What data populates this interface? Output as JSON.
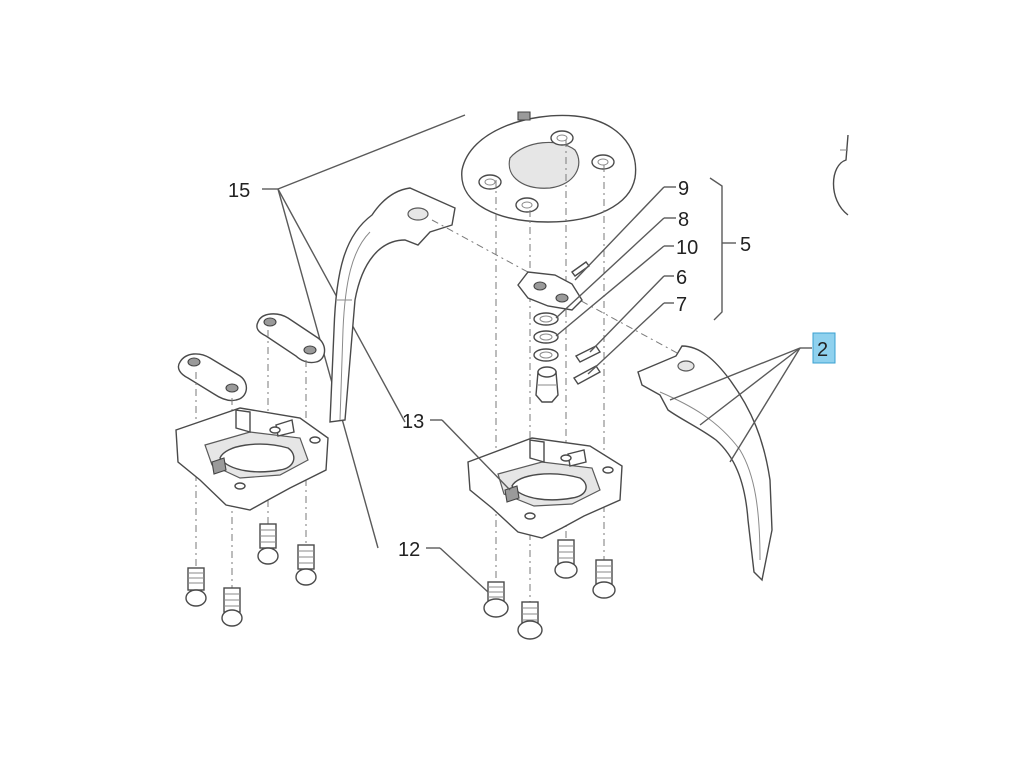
{
  "labels": {
    "l15": "15",
    "l9": "9",
    "l8": "8",
    "l10": "10",
    "l5": "5",
    "l6": "6",
    "l7": "7",
    "l2": "2",
    "l13": "13",
    "l12": "12"
  },
  "colors": {
    "highlight": "#8fd1ee",
    "line": "#5a5a5a"
  }
}
